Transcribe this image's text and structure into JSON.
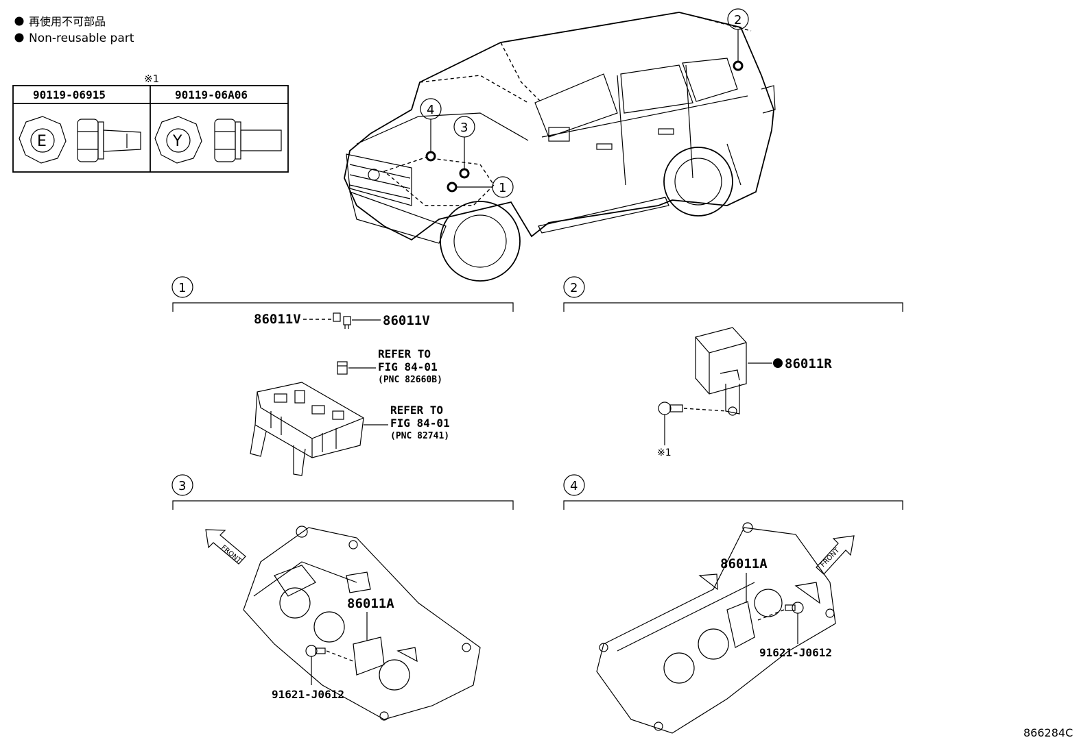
{
  "legend": {
    "line1": "再使用不可部品",
    "line2": "Non-reusable part"
  },
  "bolt_table": {
    "note_mark": "※1",
    "col1_part": "90119-06915",
    "col1_head": "E",
    "col2_part": "90119-06A06",
    "col2_head": "Y"
  },
  "car_callouts": [
    "1",
    "2",
    "3",
    "4"
  ],
  "sections": {
    "s1": {
      "num": "1",
      "part_left": "86011V",
      "part_right": "86011V",
      "ref1": [
        "REFER TO",
        "FIG 84-01",
        "(PNC 82660B)"
      ],
      "ref2": [
        "REFER TO",
        "FIG 84-01",
        "(PNC 82741)"
      ]
    },
    "s2": {
      "num": "2",
      "part": "86011R",
      "note_mark": "※1"
    },
    "s3": {
      "num": "3",
      "part": "86011A",
      "bolt": "91621-J0612",
      "front": "FRONT"
    },
    "s4": {
      "num": "4",
      "part": "86011A",
      "bolt": "91621-J0612",
      "front": "FRONT"
    }
  },
  "figure_id": "866284C"
}
